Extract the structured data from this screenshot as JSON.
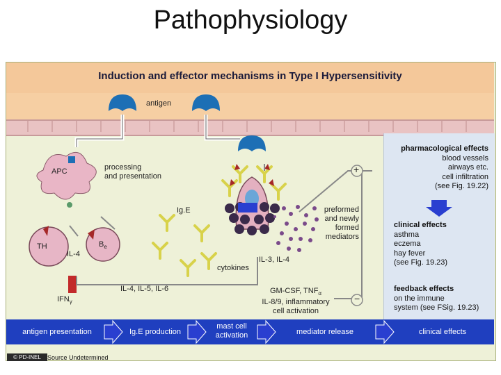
{
  "page": {
    "title": "Pathophysiology"
  },
  "panel": {
    "header": "Induction and effector mechanisms in Type I Hypersensitivity"
  },
  "labels": {
    "antigen": "antigen",
    "processing": [
      "processing",
      "and presentation"
    ],
    "apc": "APC",
    "th": "TH",
    "b": "B",
    "b_sub": "e",
    "il4": "IL-4",
    "ige": "Ig.E",
    "ifn": "IFN",
    "ifn_sub": "γ",
    "il456": "IL-4, IL-5, IL-6",
    "cytokines": "cytokines",
    "il3il4": "IL-3, IL-4",
    "preformed": [
      "preformed",
      "and newly",
      "formed",
      "mediators"
    ],
    "gmcsf_line1": "GM-CSF, TNF",
    "gmcsf_sub": "α",
    "gmcsf_rest": [
      "IL-8/9, inflammatory",
      "cell activation"
    ]
  },
  "right_column": {
    "pharma": {
      "heading": "pharmacological effects",
      "lines": [
        "blood vessels",
        "airways etc.",
        "cell infiltration",
        "(see Fig. 19.22)"
      ]
    },
    "clinical": {
      "heading": "clinical effects",
      "lines": [
        "asthma",
        "eczema",
        "hay fever",
        "(see Fig. 19.23)"
      ]
    },
    "feedback": {
      "heading": "feedback effects",
      "lines": [
        "on the immune",
        "system (see FSig. 19.23)"
      ]
    }
  },
  "bottom_bar": [
    "antigen presentation",
    "Ig.E production",
    "mast cell activation",
    "mediator release",
    "clinical effects"
  ],
  "symbols": {
    "plus": "+",
    "minus": "−"
  },
  "footer": {
    "badge": "© PD-INEL",
    "source": "Source Undetermined"
  },
  "colors": {
    "header_bg": "#f4c89a",
    "panel_bg": "#eef1d8",
    "bottom_bar": "#1f3fbf",
    "arrow_blue": "#2a3fd0",
    "antigen_blue": "#1d6fb5",
    "ige_yellow": "#d8d24a",
    "red_receptor": "#a52828"
  }
}
